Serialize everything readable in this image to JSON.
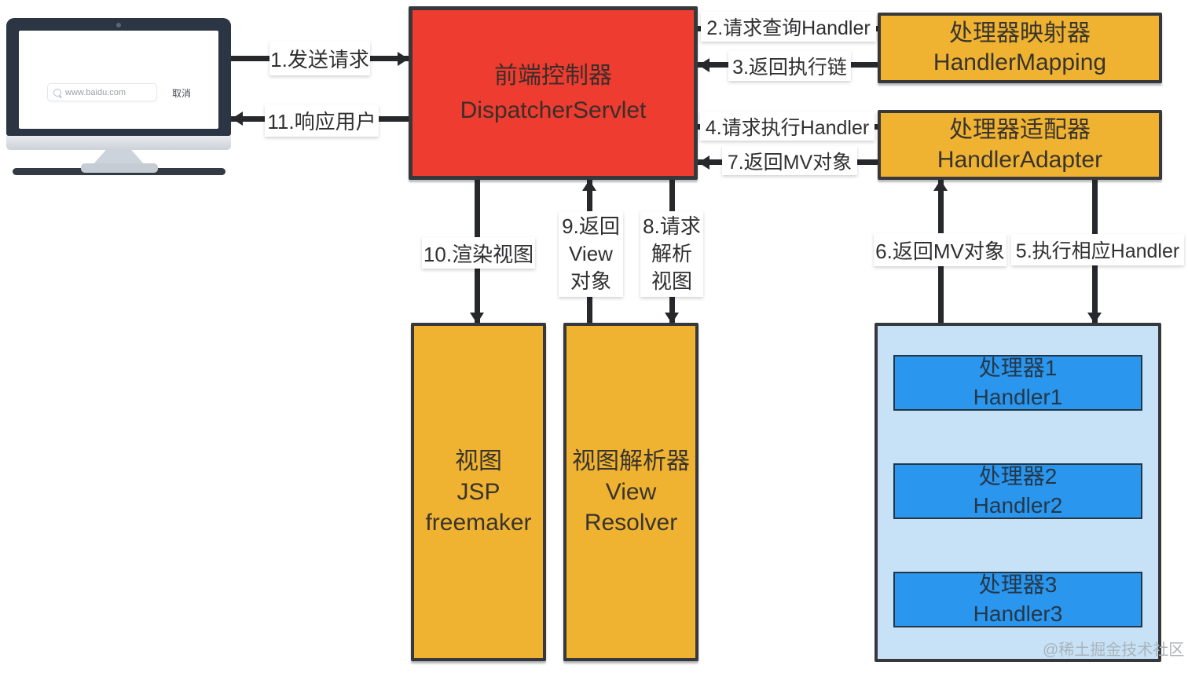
{
  "client": {
    "search_url": "www.baidu.com",
    "cancel_label": "取消"
  },
  "nodes": {
    "dispatcher": {
      "line1": "前端控制器",
      "line2": "DispatcherServlet",
      "fill": "#ee3c30"
    },
    "handler_mapping": {
      "line1": "处理器映射器",
      "line2": "HandlerMapping",
      "fill": "#f0b331"
    },
    "handler_adapter": {
      "line1": "处理器适配器",
      "line2": "HandlerAdapter",
      "fill": "#f0b331"
    },
    "view": {
      "text": "视图\nJSP\nfreemaker",
      "fill": "#f0b331"
    },
    "view_resolver": {
      "text": "视图解析器\nView\nResolver",
      "fill": "#f0b331"
    },
    "handlers": {
      "container_fill": "#c7e2f7",
      "item_fill": "#2b96ee",
      "items": [
        {
          "line1": "处理器1",
          "line2": "Handler1"
        },
        {
          "line1": "处理器2",
          "line2": "Handler2"
        },
        {
          "line1": "处理器3",
          "line2": "Handler3"
        }
      ]
    }
  },
  "steps": {
    "s1": "1.发送请求",
    "s2": "2.请求查询Handler",
    "s3": "3.返回执行链",
    "s4": "4.请求执行Handler",
    "s5": "5.执行相应Handler",
    "s6": "6.返回MV对象",
    "s7": "7.返回MV对象",
    "s8": "8.请求\n解析\n视图",
    "s9": "9.返回\nView\n对象",
    "s10": "10.渲染视图",
    "s11": "11.响应用户"
  },
  "watermark": "@稀土掘金技术社区",
  "colors": {
    "dispatcher_red": "#ee3c30",
    "component_yellow": "#f0b331",
    "handler_blue": "#2b96ee",
    "handlers_background": "#c7e2f7",
    "connector_dark": "#26282c",
    "monitor_bezel": "#2b3544"
  }
}
